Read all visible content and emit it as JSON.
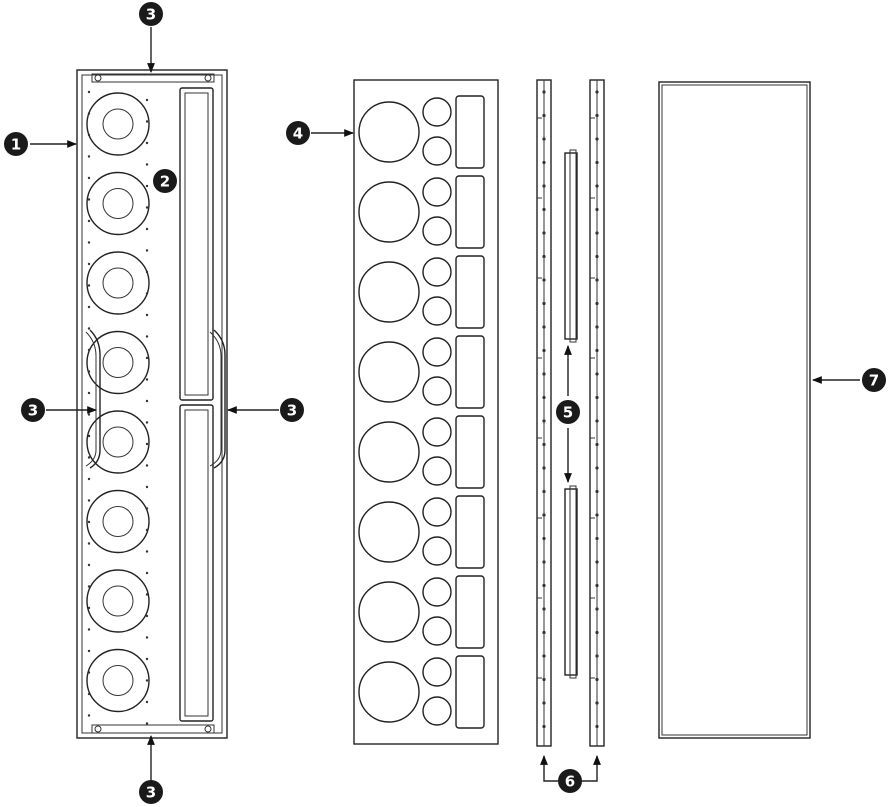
{
  "callouts": {
    "c1": "1",
    "c2": "2",
    "c3_top": "3",
    "c3_left": "3",
    "c3_right": "3",
    "c3_bottom": "3",
    "c4": "4",
    "c5": "5",
    "c6": "6",
    "c7": "7"
  },
  "colors": {
    "line": "#222222",
    "callout_fill": "#1a1a1a",
    "background": "#ffffff"
  },
  "components": {
    "woofers_count": 8,
    "grille_rows": 8,
    "rail_count": 2,
    "bracket_count": 2
  }
}
